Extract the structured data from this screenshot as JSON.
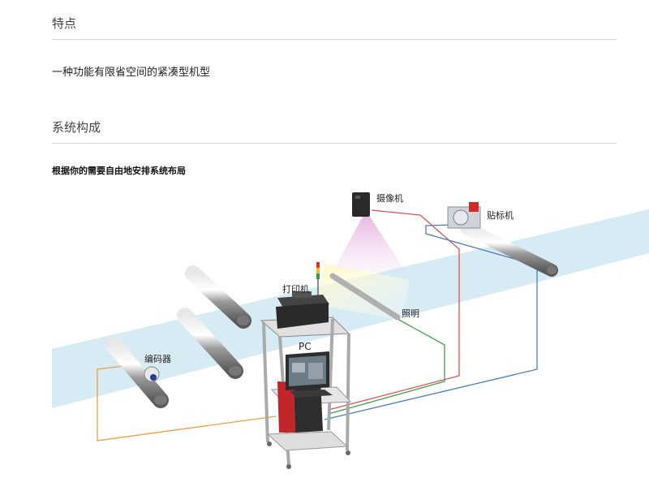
{
  "features": {
    "heading": "特点",
    "description": "一种功能有限省空间的紧凑型机型"
  },
  "system": {
    "heading": "系统构成",
    "subheading": "根据你的需要自由地安排系统布局"
  },
  "diagram": {
    "labels": {
      "camera": "摄像机",
      "labeler": "贴标机",
      "printer": "打印机",
      "lighting": "照明",
      "encoder": "编码器",
      "pc": "PC"
    },
    "cable_colors": {
      "encoder": "#f0a040",
      "camera": "#e05050",
      "lighting": "#40a050",
      "labeler": "#4a7fc0"
    },
    "conveyor_color": "#cfe8f2"
  }
}
